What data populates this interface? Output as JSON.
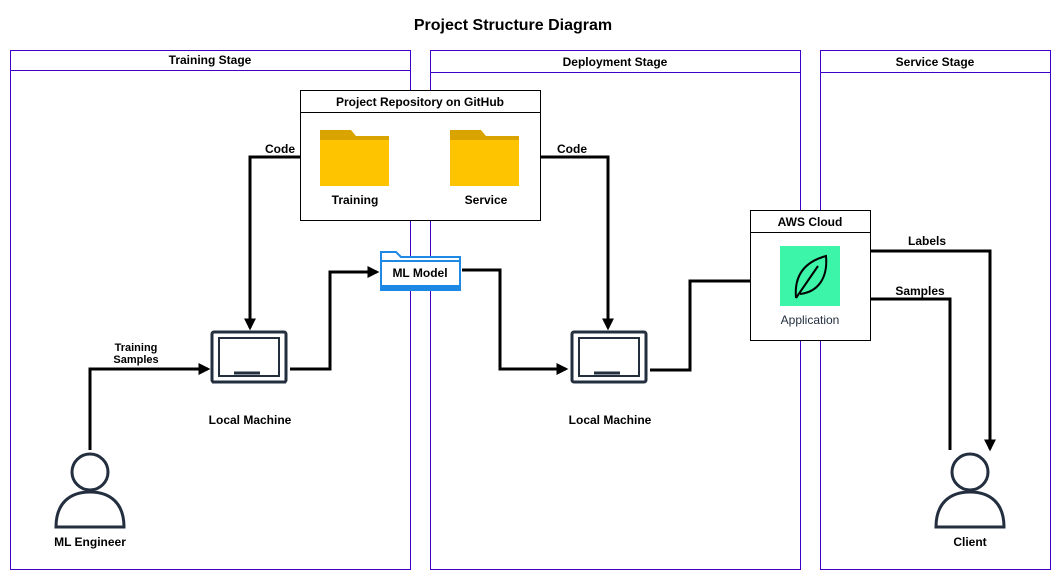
{
  "title": "Project Structure Diagram",
  "lanes": {
    "training": "Training Stage",
    "deployment": "Deployment Stage",
    "service": "Service Stage"
  },
  "repo": {
    "title": "Project Repository on GitHub",
    "folder_training": "Training",
    "folder_service": "Service"
  },
  "aws": {
    "title": "AWS Cloud",
    "app_label": "Application"
  },
  "nodes": {
    "ml_model": "ML Model",
    "local_machine_training": "Local Machine",
    "local_machine_deploy": "Local Machine",
    "ml_engineer": "ML Engineer",
    "client": "Client"
  },
  "edges": {
    "code_left": "Code",
    "code_right": "Code",
    "training_samples_1": "Training",
    "training_samples_2": "Samples",
    "labels": "Labels",
    "samples": "Samples"
  },
  "colors": {
    "lane_border": "#3f00c8",
    "folder_yellow": "#ffc400",
    "folder_tab": "#d9a300",
    "app_green": "#3cf5a8",
    "model_blue": "#1e88e5",
    "icon_dark": "#232f3e"
  }
}
